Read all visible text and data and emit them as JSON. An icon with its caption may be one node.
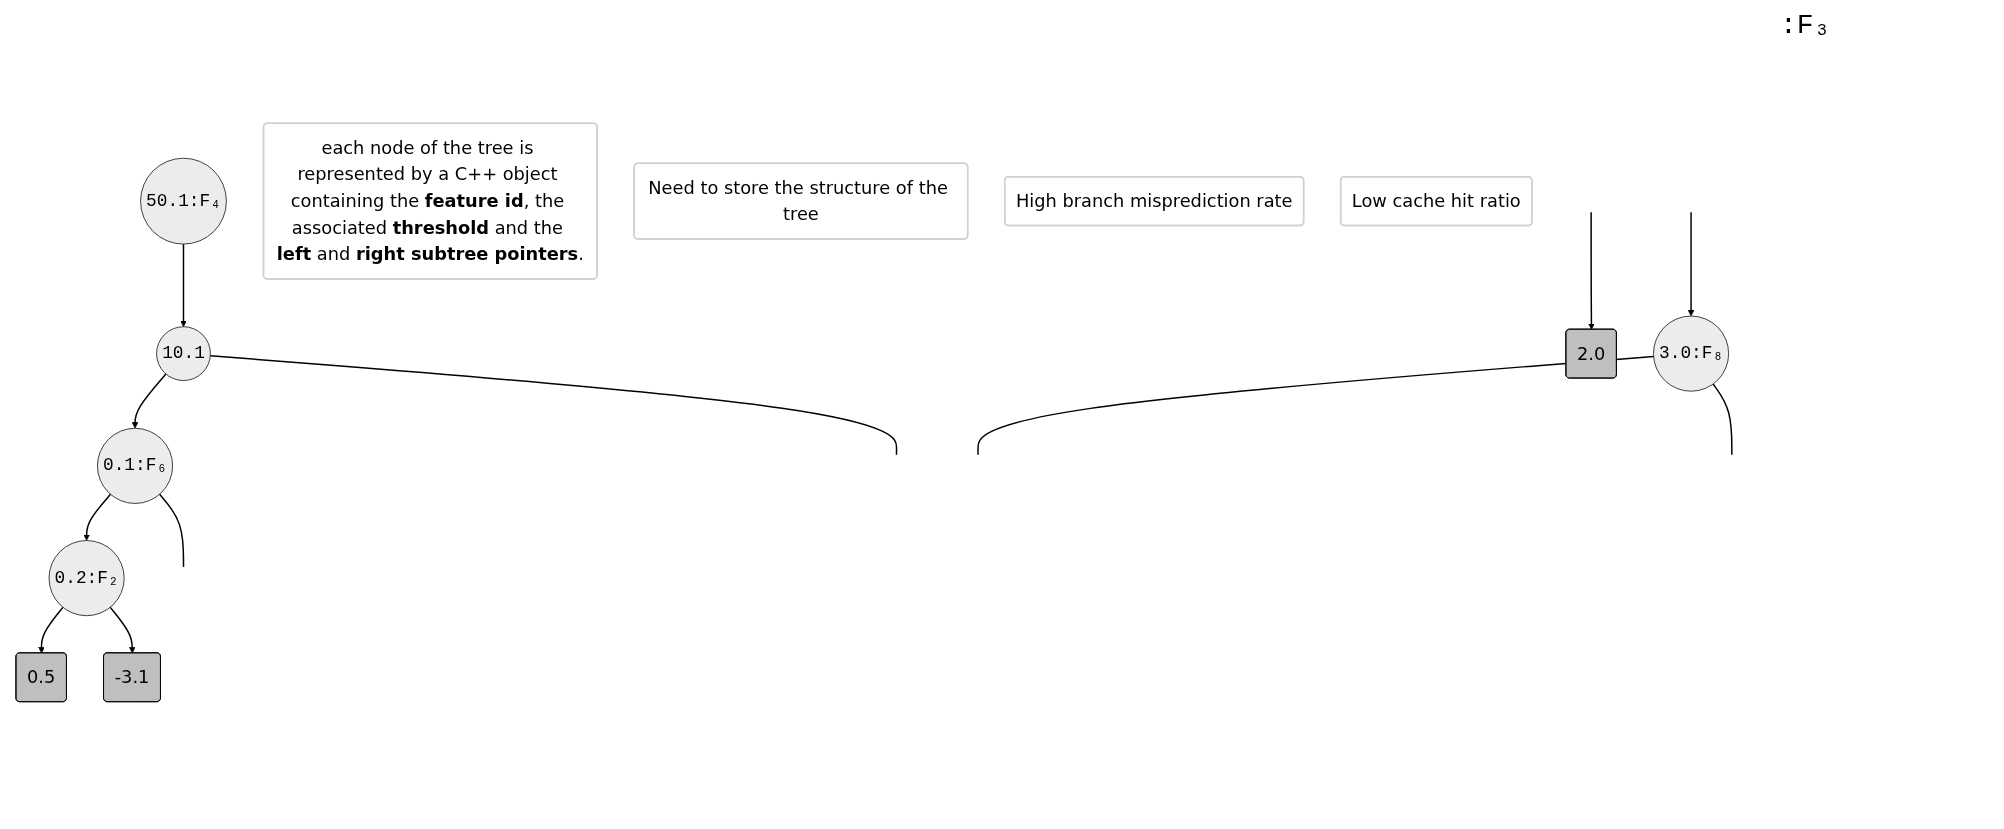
{
  "diagram": {
    "nodes": [
      {
        "text": [
          "50.1:F₄"
        ]
      },
      {
        "text": [
          "10.1"
        ]
      },
      {
        "text": [
          "0.1:F₆"
        ]
      },
      {
        "text": [
          "0.2:F₂"
        ]
      },
      {
        "text": [
          "0.5"
        ]
      },
      {
        "text": [
          "-3.1"
        ]
      },
      {
        "text": [
          "2.0"
        ]
      },
      {
        "text": [
          "3.0:F₈"
        ]
      },
      {
        "text": [
          "each node of the tree is represented by a C++ object containing the **feature id**, the associated **threshold** and the **left** and **right subtree pointers**."
        ]
      },
      {
        "text": [
          "Need to store the structure of the tree"
        ]
      },
      {
        "text": [
          "High branch misprediction rate"
        ]
      },
      {
        "text": [
          "Low cache hit ratio"
        ]
      }
    ],
    "edges": [
      {
        "from": 0,
        "to": 1,
        "arrow": "to"
      },
      {
        "from": 1,
        "to": 2,
        "arrow": "to"
      },
      {
        "from": 1,
        "to": null,
        "arrow": "none"
      },
      {
        "from": 2,
        "to": null,
        "arrow": "none"
      },
      {
        "from": 2,
        "to": 3,
        "arrow": "to"
      },
      {
        "from": 3,
        "to": 4,
        "arrow": "to"
      },
      {
        "from": 3,
        "to": 5,
        "arrow": "to"
      },
      {
        "from": null,
        "to": 6,
        "arrow": "to"
      },
      {
        "from": null,
        "to": 7,
        "arrow": "to"
      },
      {
        "from": 7,
        "to": null,
        "arrow": "none"
      },
      {
        "from": 7,
        "to": null,
        "arrow": "none"
      }
    ],
    "labels": [
      ":F₃"
    ]
  }
}
